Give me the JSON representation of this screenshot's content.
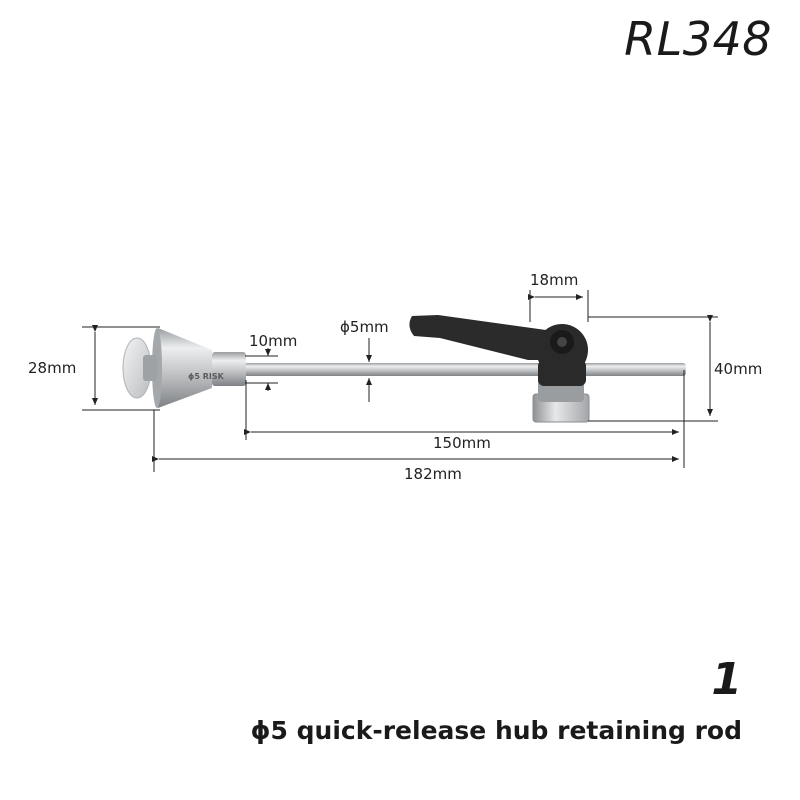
{
  "model_code": "RL348",
  "product": {
    "number": "1",
    "title": "ϕ5 quick-release hub retaining rod"
  },
  "dimensions": {
    "head_diameter": "28mm",
    "collar_diameter": "10mm",
    "rod_diameter": "ϕ5mm",
    "clamp_width": "18mm",
    "clamp_height": "40mm",
    "rod_length": "150mm",
    "total_length": "182mm"
  },
  "colors": {
    "metal": "#c9cbcd",
    "lever": "#2a2a2a",
    "line": "#222222"
  }
}
